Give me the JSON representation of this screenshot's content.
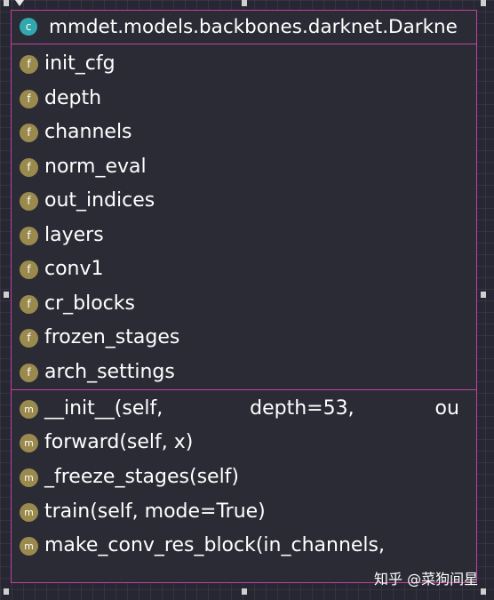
{
  "class_box": {
    "title": "mmdet.models.backbones.darknet.Darkne",
    "class_icon_letter": "c",
    "field_icon_letter": "f",
    "method_icon_letter": "m",
    "fields": [
      "init_cfg",
      "depth",
      "channels",
      "norm_eval",
      "out_indices",
      "layers",
      "conv1",
      "cr_blocks",
      "frozen_stages",
      "arch_settings"
    ],
    "methods": [
      "__init__(self,              depth=53,             ou",
      "forward(self, x)",
      "_freeze_stages(self)",
      "train(self, mode=True)",
      "make_conv_res_block(in_channels,"
    ]
  },
  "watermark": "知乎 @菜狗间星",
  "colors": {
    "background": "#272733",
    "border": "#c2419f",
    "class_icon": "#32a7ae",
    "member_icon": "#9b8a4e"
  }
}
